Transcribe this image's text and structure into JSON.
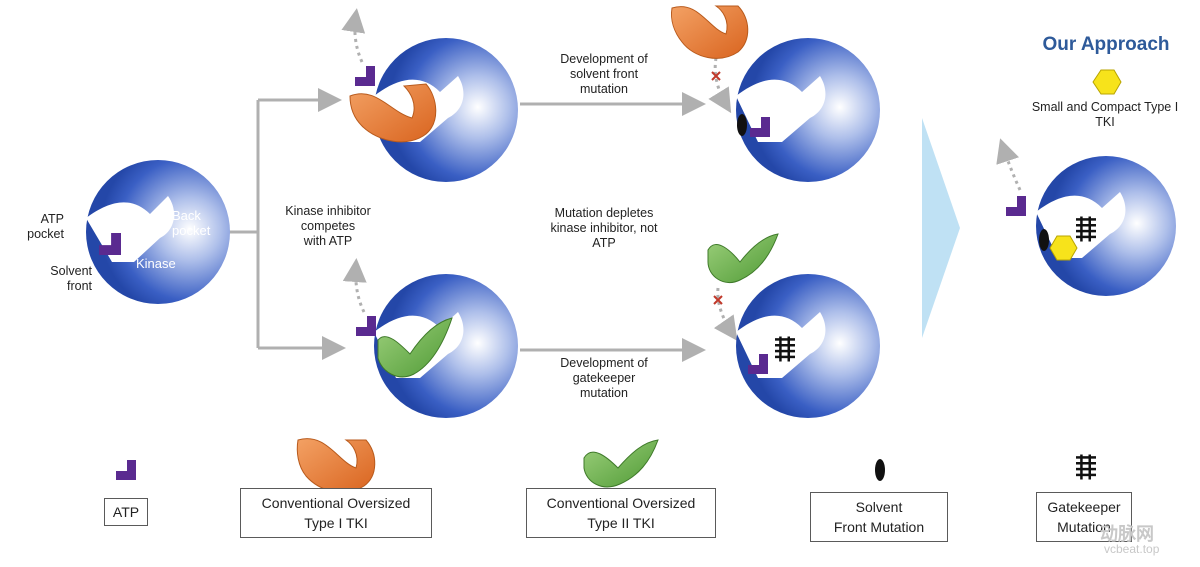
{
  "colors": {
    "kinase_blue": "#2a52b8",
    "type1_orange": "#e6792e",
    "type2_green": "#6fb24a",
    "atp_purple": "#5a2a90",
    "arrow_gray": "#b0b0b0",
    "chevron_light_blue": "#bfe1f4",
    "title_blue": "#2e5a9a",
    "compact_yellow": "#f7e31b"
  },
  "kinase_labels": {
    "atp_pocket": "ATP\npocket",
    "solvent_front": "Solvent\nfront",
    "back_pocket": "Back\npocket",
    "kinase": "Kinase"
  },
  "annotations": {
    "competes": "Kinase inhibitor\ncompetes\nwith  ATP",
    "solvent_dev": "Development of\nsolvent front\nmutation",
    "mutation_depletes": "Mutation depletes\nkinase inhibitor, not\nATP",
    "gatekeeper_dev": "Development of\ngatekeeper\nmutation"
  },
  "approach": {
    "title": "Our Approach",
    "tki_label": "Small and Compact Type I\nTKI"
  },
  "legend": {
    "atp": "ATP",
    "type1": "Conventional Oversized\nType I TKI",
    "type2": "Conventional Oversized\nType II TKI",
    "solvent_mutation": "Solvent\nFront Mutation",
    "gatekeeper_mutation": "Gatekeeper\nMutation"
  },
  "watermark": {
    "brand": "动脉网",
    "site": "vcbeat.top"
  }
}
